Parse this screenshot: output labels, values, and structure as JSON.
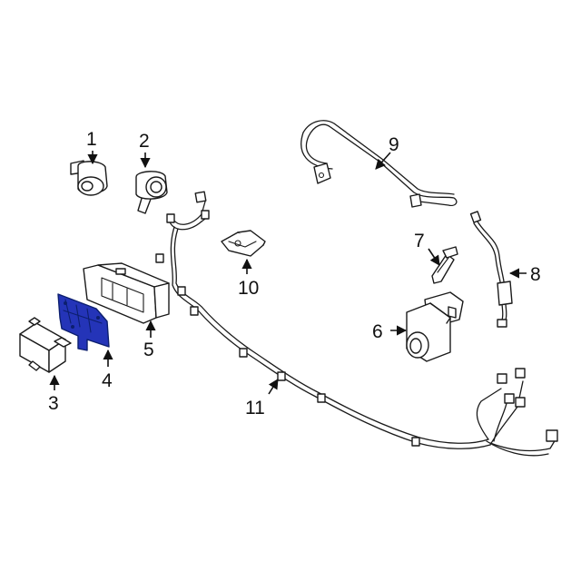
{
  "diagram": {
    "highlight_color": "#2434b8",
    "line_color": "#1a1a1a",
    "background": "#ffffff",
    "callouts": [
      "1",
      "2",
      "3",
      "4",
      "5",
      "6",
      "7",
      "8",
      "9",
      "10",
      "11"
    ]
  }
}
